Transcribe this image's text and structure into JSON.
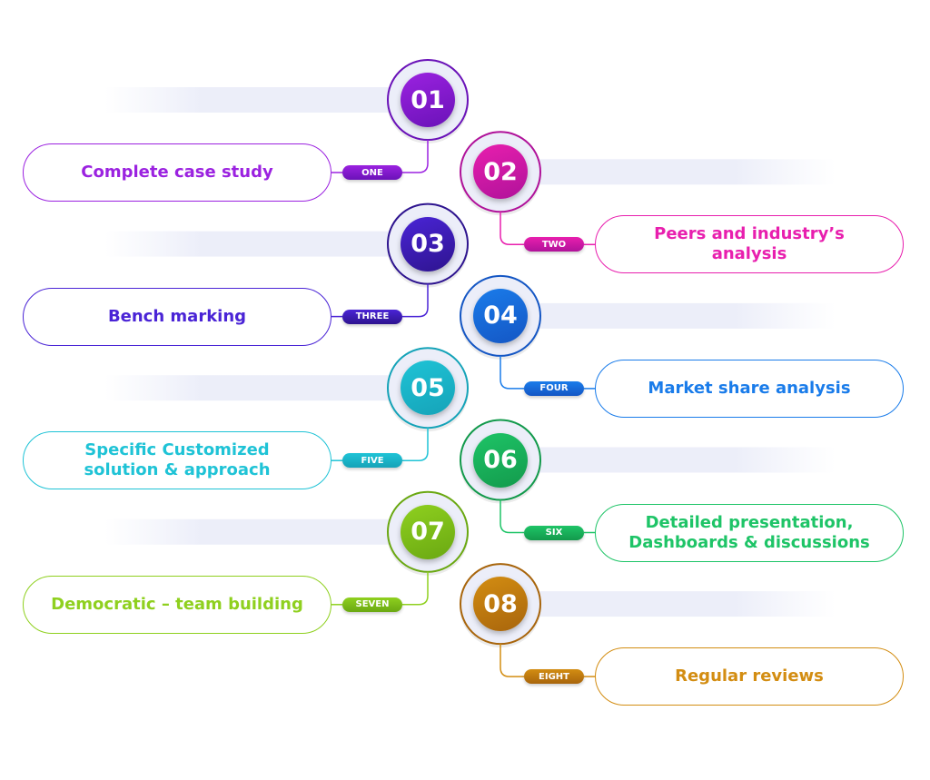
{
  "items": [
    {
      "number": "01",
      "tag": "ONE",
      "text": "Complete case study",
      "color": "#9b22e0",
      "dark": "#6a12b8"
    },
    {
      "number": "02",
      "tag": "TWO",
      "text": "Peers and industry’s analysis",
      "color": "#e81fae",
      "dark": "#b0129a"
    },
    {
      "number": "03",
      "tag": "THREE",
      "text": "Bench marking",
      "color": "#4a24d6",
      "dark": "#2e148f"
    },
    {
      "number": "04",
      "tag": "FOUR",
      "text": "Market share analysis",
      "color": "#1a7cea",
      "dark": "#1456c4"
    },
    {
      "number": "05",
      "tag": "FIVE",
      "text": "Specific Customized solution & approach",
      "color": "#1fc3d6",
      "dark": "#15a3b8"
    },
    {
      "number": "06",
      "tag": "SIX",
      "text": "Detailed presentation, Dashboards & discussions",
      "color": "#1ec467",
      "dark": "#139a4c"
    },
    {
      "number": "07",
      "tag": "SEVEN",
      "text": "Democratic – team building",
      "color": "#8fd01f",
      "dark": "#6aa812"
    },
    {
      "number": "08",
      "tag": "EIGHT",
      "text": "Regular reviews",
      "color": "#d38d12",
      "dark": "#a8650c"
    }
  ]
}
